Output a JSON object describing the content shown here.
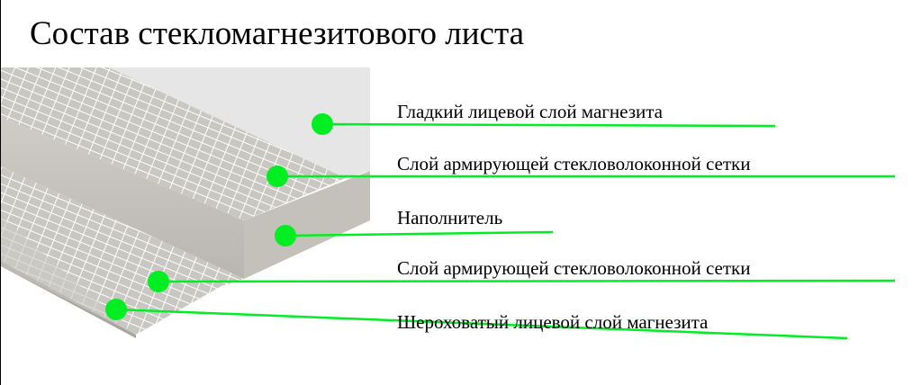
{
  "title": "Состав стекломагнезитового листа",
  "accent_color": "#00ee22",
  "layers": [
    {
      "label": "Гладкий лицевой слой магнезита"
    },
    {
      "label": "Слой армирующей стекловолоконной сетки"
    },
    {
      "label": "Наполнитель"
    },
    {
      "label": "Слой армирующей стекловолоконной сетки"
    },
    {
      "label": "Шероховатый лицевой слой магнезита"
    }
  ]
}
